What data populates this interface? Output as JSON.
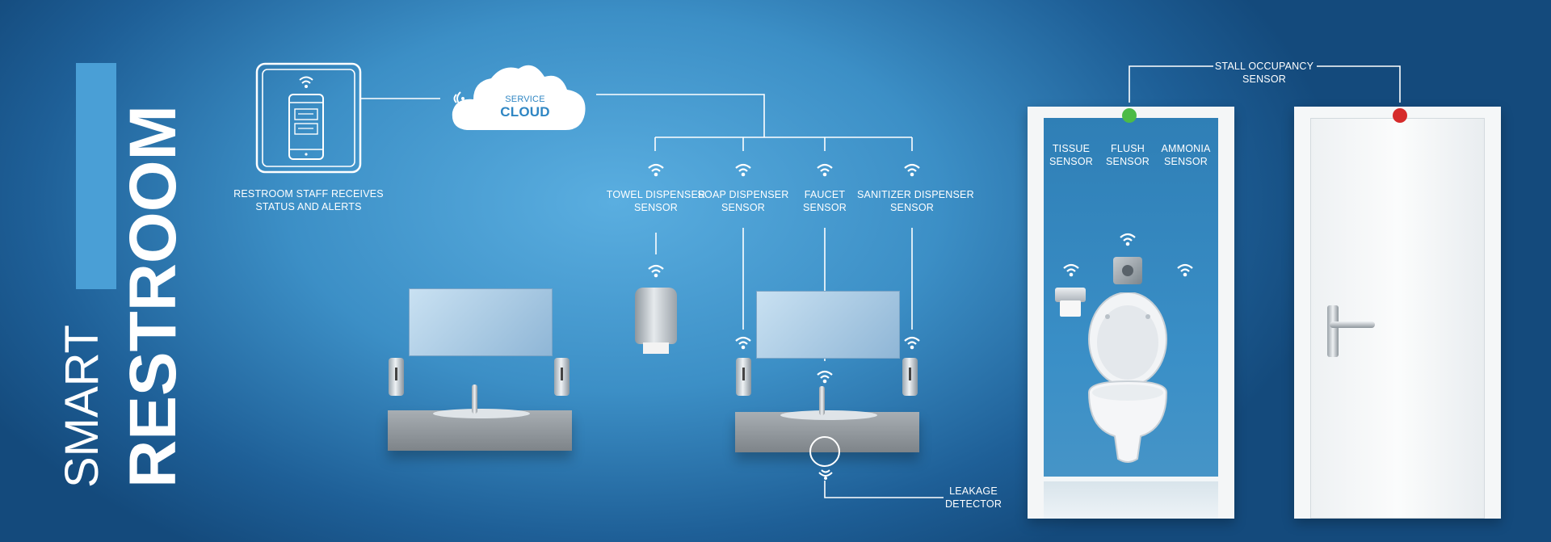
{
  "title": {
    "line1": "SMART",
    "line2": "RESTROOM"
  },
  "staff": {
    "label_line1": "RESTROOM STAFF RECEIVES",
    "label_line2": "STATUS AND ALERTS"
  },
  "cloud": {
    "label_top": "SERVICE",
    "label_main": "CLOUD"
  },
  "sensors": {
    "towel": {
      "line1": "TOWEL DISPENSER",
      "line2": "SENSOR"
    },
    "soap": {
      "line1": "SOAP DISPENSER",
      "line2": "SENSOR"
    },
    "faucet": {
      "line1": "FAUCET",
      "line2": "SENSOR"
    },
    "sanitizer": {
      "line1": "SANITIZER DISPENSER",
      "line2": "SENSOR"
    },
    "tissue": {
      "line1": "TISSUE",
      "line2": "SENSOR"
    },
    "flush": {
      "line1": "FLUSH",
      "line2": "SENSOR"
    },
    "ammonia": {
      "line1": "AMMONIA",
      "line2": "SENSOR"
    },
    "stall": {
      "line1": "STALL OCCUPANCY",
      "line2": "SENSOR"
    },
    "leakage": {
      "line1": "LEAKAGE",
      "line2": "DETECTOR"
    }
  },
  "colors": {
    "occupied_free": "#4cbb47",
    "occupied_busy": "#d62b2b",
    "accent_bar": "#4a9fd6"
  }
}
